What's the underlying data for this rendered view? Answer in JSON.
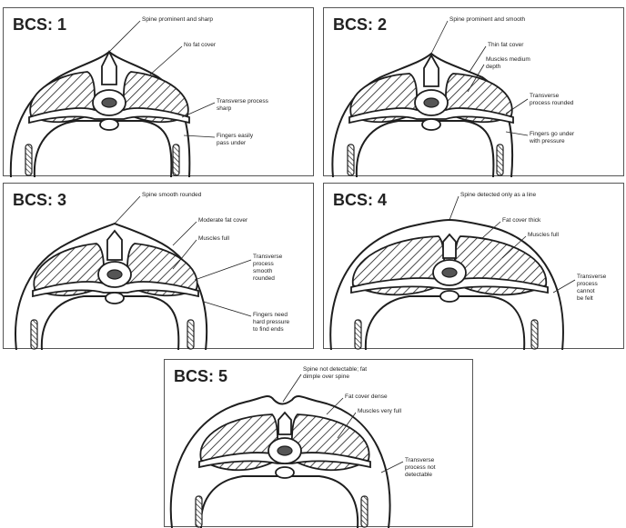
{
  "panels": [
    {
      "title": "BCS: 1",
      "labels": [
        "Spine prominent and sharp",
        "No fat cover",
        "Transverse process sharp",
        "Fingers easily pass under"
      ]
    },
    {
      "title": "BCS: 2",
      "labels": [
        "Spine prominent and smooth",
        "Thin fat cover",
        "Muscles medium depth",
        "Transverse process rounded",
        "Fingers go under with pressure"
      ]
    },
    {
      "title": "BCS: 3",
      "labels": [
        "Spine smooth rounded",
        "Moderate fat cover",
        "Muscles full",
        "Transverse process smooth rounded",
        "Fingers need hard pressure to find ends"
      ]
    },
    {
      "title": "BCS: 4",
      "labels": [
        "Spine detected only as a line",
        "Fat cover thick",
        "Muscles full",
        "Transverse process cannot be felt"
      ]
    },
    {
      "title": "BCS: 5",
      "labels": [
        "Spine not detectable; fat dimple over spine",
        "Fat cover dense",
        "Muscles very full",
        "Transverse process not detectable"
      ]
    }
  ]
}
